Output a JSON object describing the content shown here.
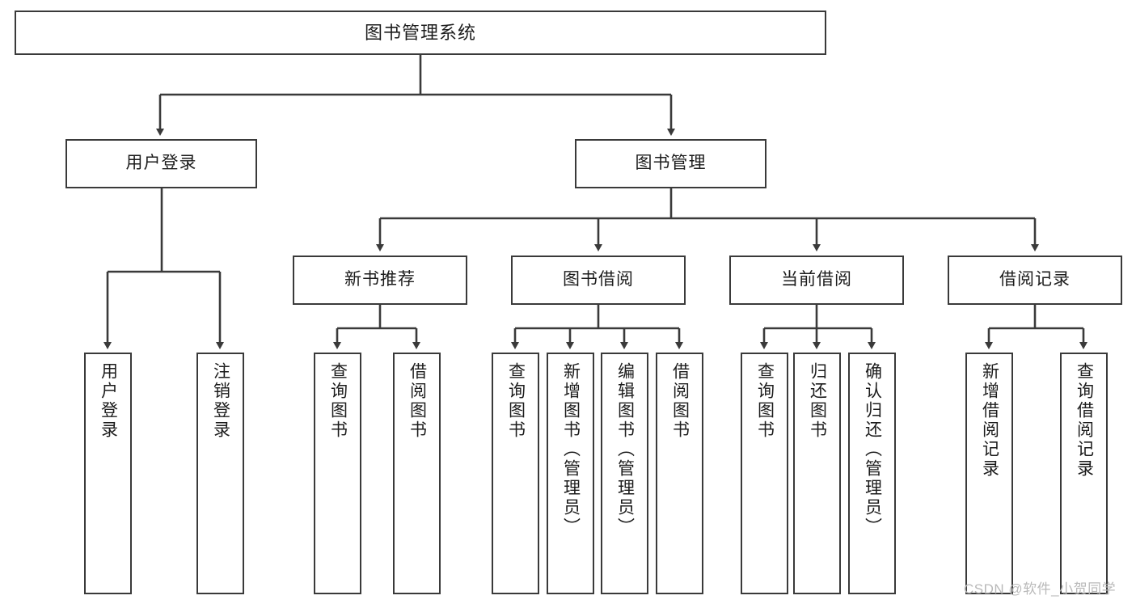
{
  "diagram": {
    "title": "图书管理系统",
    "type": "tree",
    "watermark": "CSDN @软件_小贺同学",
    "colors": {
      "box_border": "#3a3a3a",
      "box_fill": "#ffffff",
      "edge": "#3a3a3a",
      "text": "#1c1c1c",
      "watermark": "#b9b9b9",
      "background": "#ffffff"
    },
    "levels": {
      "root": "图书管理系统",
      "level2": [
        "用户登录",
        "图书管理"
      ],
      "level3": [
        "新书推荐",
        "图书借阅",
        "当前借阅",
        "借阅记录"
      ]
    },
    "nodes": {
      "root": {
        "label": "图书管理系统"
      },
      "user_login": {
        "label": "用户登录"
      },
      "book_manage": {
        "label": "图书管理"
      },
      "new_book_rec": {
        "label": "新书推荐"
      },
      "book_borrow": {
        "label": "图书借阅"
      },
      "current_borrow": {
        "label": "当前借阅"
      },
      "borrow_record": {
        "label": "借阅记录"
      },
      "leaf_user_login": {
        "label": "用户登录"
      },
      "leaf_logout": {
        "label": "注销登录"
      },
      "leaf_query_book_1": {
        "label": "查询图书"
      },
      "leaf_borrow_book_1": {
        "label": "借阅图书"
      },
      "leaf_query_book_2": {
        "label": "查询图书"
      },
      "leaf_add_book": {
        "label": "新增图书（管理员）"
      },
      "leaf_edit_book": {
        "label": "编辑图书（管理员）"
      },
      "leaf_borrow_book_2": {
        "label": "借阅图书"
      },
      "leaf_query_book_3": {
        "label": "查询图书"
      },
      "leaf_return_book": {
        "label": "归还图书"
      },
      "leaf_confirm_return": {
        "label": "确认归还（管理员）"
      },
      "leaf_add_record": {
        "label": "新增借阅记录"
      },
      "leaf_query_record": {
        "label": "查询借阅记录"
      }
    }
  }
}
